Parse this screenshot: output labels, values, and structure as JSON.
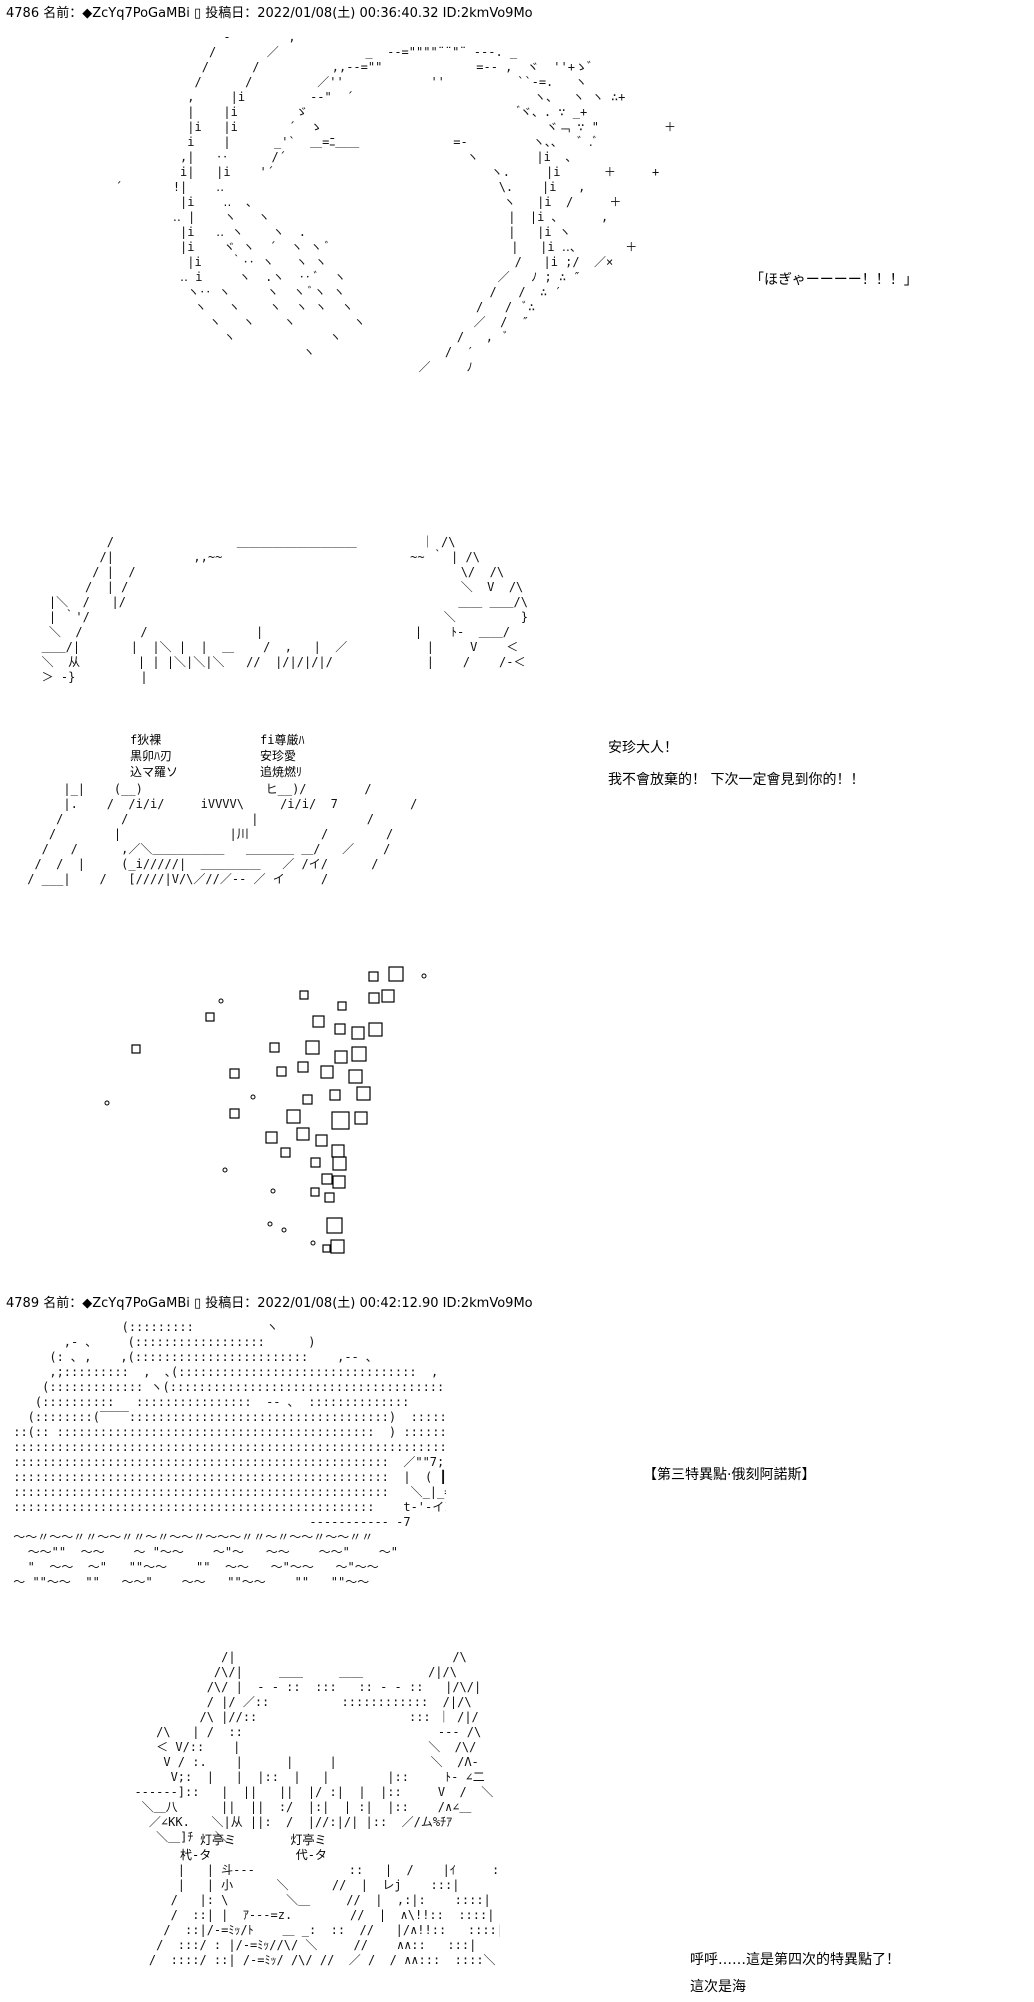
{
  "posts": [
    {
      "header": "4786 名前：◆ZcYq7PoGaMBi ▯ 投稿日：2022/01/08(土) 00:36:40.32 ID:2kmVo9Mo",
      "lines": [
        "「ほぎゃーーーー！！！」",
        "安珍大人！",
        "我不會放棄的！ 下次一定會見到你的！！"
      ],
      "art_labels": [
        "f狄裸",
        "黒卯ﾊ刃",
        "込マ羅ソ",
        "fi尊厳ﾊ",
        "安珍愛",
        "追焼燃ﾘ"
      ]
    },
    {
      "header": "4789 名前：◆ZcYq7PoGaMBi ▯ 投稿日：2022/01/08(土) 00:42:12.90 ID:2kmVo9Mo",
      "lines": [
        "【第三特異點·俄刻阿諾斯】",
        "呼呼……這是第四次的特異點了！",
        "這次是海"
      ],
      "art_labels": [
        "灯亭ミ",
        "灯亭ミ",
        "杙-タ",
        "代-タ"
      ]
    }
  ]
}
